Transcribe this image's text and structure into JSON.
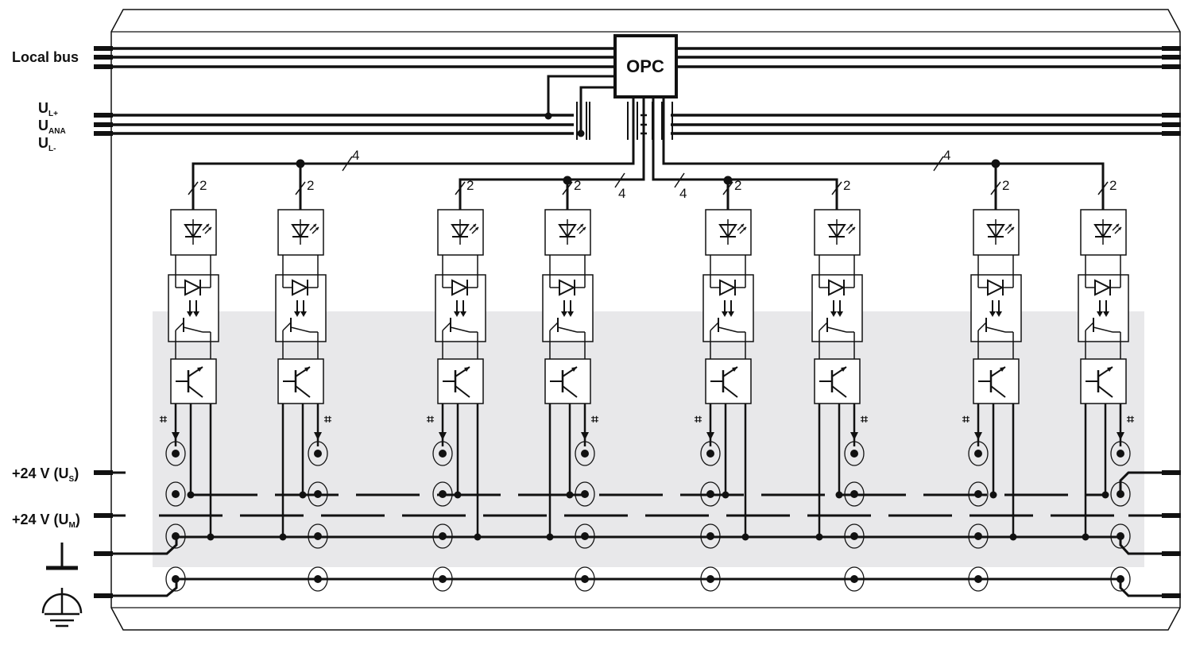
{
  "labels": {
    "local_bus": "Local bus",
    "ul_plus_main": "U",
    "ul_plus_sub": "L+",
    "uana_main": "U",
    "uana_sub": "ANA",
    "ul_minus_main": "U",
    "ul_minus_sub": "L-",
    "us_prefix": "+24 V (U",
    "us_sub": "S",
    "us_suffix": ")",
    "um_prefix": "+24 V (U",
    "um_sub": "M",
    "um_suffix": ")"
  },
  "opc": {
    "label": "OPC"
  },
  "bus_width_labels": [
    "4",
    "4",
    "4",
    "4"
  ],
  "channel_width_label": "2",
  "channel_count": 8,
  "output_mark": "⌗",
  "colors": {
    "ink": "#111111",
    "shade": "#e8e8ea",
    "background": "#ffffff"
  },
  "icons": [
    "ground-icon",
    "protective-earth-icon",
    "led-icon",
    "optocoupler-icon",
    "transistor-icon",
    "terminal-point-icon"
  ]
}
